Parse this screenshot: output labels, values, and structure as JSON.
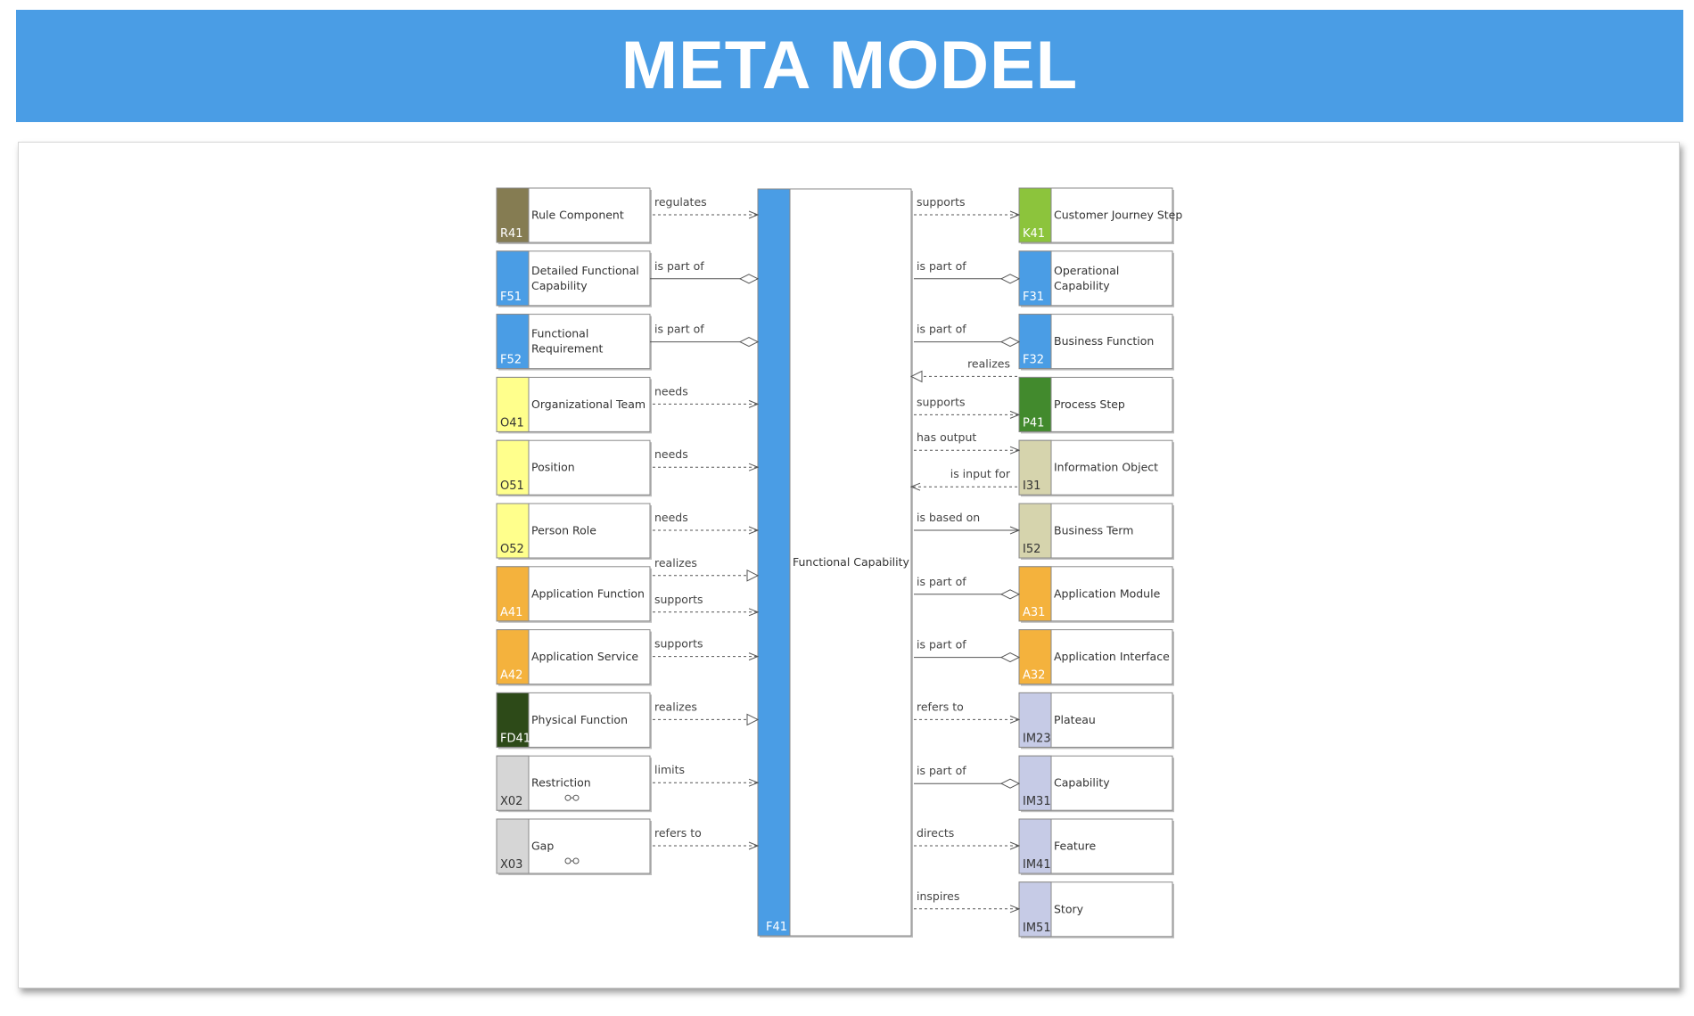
{
  "header": {
    "title": "META MODEL"
  },
  "colors": {
    "banner": "#4a9de5",
    "R": "#857c52",
    "F": "#4a9de5",
    "O": "#ffff8c",
    "A": "#f4b23d",
    "FD": "#2d4a18",
    "X": "#d6d6d6",
    "K": "#8cc43c",
    "P": "#428a2d",
    "I": "#d6d4ad",
    "IM": "#c6cbe6",
    "line": "#555555"
  },
  "center": {
    "code": "F41",
    "label": "Functional Capability",
    "color": "#4a9de5"
  },
  "left": [
    {
      "code": "R41",
      "label": "Rule Component",
      "color": "#857c52",
      "code_color": "#ffffff",
      "rels": [
        {
          "label": "regulates",
          "type": "dep"
        }
      ]
    },
    {
      "code": "F51",
      "label": "Detailed Functional Capability",
      "color": "#4a9de5",
      "code_color": "#ffffff",
      "rels": [
        {
          "label": "is part of",
          "type": "agg"
        }
      ]
    },
    {
      "code": "F52",
      "label": "Functional Requirement",
      "color": "#4a9de5",
      "code_color": "#ffffff",
      "rels": [
        {
          "label": "is part of",
          "type": "agg"
        }
      ]
    },
    {
      "code": "O41",
      "label": "Organizational Team",
      "color": "#ffff8c",
      "code_color": "#333333",
      "rels": [
        {
          "label": "needs",
          "type": "dep"
        }
      ]
    },
    {
      "code": "O51",
      "label": "Position",
      "color": "#ffff8c",
      "code_color": "#333333",
      "rels": [
        {
          "label": "needs",
          "type": "dep"
        }
      ]
    },
    {
      "code": "O52",
      "label": "Person Role",
      "color": "#ffff8c",
      "code_color": "#333333",
      "rels": [
        {
          "label": "needs",
          "type": "dep"
        }
      ]
    },
    {
      "code": "A41",
      "label": "Application Function",
      "color": "#f4b23d",
      "code_color": "#ffffff",
      "rels": [
        {
          "label": "realizes",
          "type": "real"
        },
        {
          "label": "supports",
          "type": "dep"
        }
      ]
    },
    {
      "code": "A42",
      "label": "Application Service",
      "color": "#f4b23d",
      "code_color": "#ffffff",
      "rels": [
        {
          "label": "supports",
          "type": "dep"
        }
      ]
    },
    {
      "code": "FD41",
      "label": "Physical Function",
      "color": "#2d4a18",
      "code_color": "#ffffff",
      "rels": [
        {
          "label": "realizes",
          "type": "real"
        }
      ]
    },
    {
      "code": "X02",
      "label": "Restriction",
      "color": "#d6d6d6",
      "code_color": "#333333",
      "link_icon": true,
      "rels": [
        {
          "label": "limits",
          "type": "dep"
        }
      ]
    },
    {
      "code": "X03",
      "label": "Gap",
      "color": "#d6d6d6",
      "code_color": "#333333",
      "link_icon": true,
      "rels": [
        {
          "label": "refers to",
          "type": "dep"
        }
      ]
    }
  ],
  "right": [
    {
      "code": "K41",
      "label": "Customer Journey Step",
      "color": "#8cc43c",
      "code_color": "#ffffff",
      "rels": [
        {
          "label": "supports",
          "type": "dep",
          "dir": "out"
        }
      ]
    },
    {
      "code": "F31",
      "label": "Operational Capability",
      "color": "#4a9de5",
      "code_color": "#ffffff",
      "rels": [
        {
          "label": "is part of",
          "type": "agg",
          "dir": "out"
        }
      ]
    },
    {
      "code": "F32",
      "label": "Business Function",
      "color": "#4a9de5",
      "code_color": "#ffffff",
      "rels": [
        {
          "label": "is part of",
          "type": "agg",
          "dir": "out"
        }
      ]
    },
    {
      "code": "P41",
      "label": "Process Step",
      "color": "#428a2d",
      "code_color": "#ffffff",
      "rels": [
        {
          "label": "realizes",
          "type": "real",
          "dir": "in"
        },
        {
          "label": "supports",
          "type": "dep",
          "dir": "out"
        }
      ]
    },
    {
      "code": "I31",
      "label": "Information Object",
      "color": "#d6d4ad",
      "code_color": "#333333",
      "rels": [
        {
          "label": "has output",
          "type": "dep",
          "dir": "out"
        },
        {
          "label": "is input for",
          "type": "dep",
          "dir": "in"
        }
      ]
    },
    {
      "code": "I52",
      "label": "Business Term",
      "color": "#d6d4ad",
      "code_color": "#333333",
      "rels": [
        {
          "label": "is based on",
          "type": "assoc",
          "dir": "out"
        }
      ]
    },
    {
      "code": "A31",
      "label": "Application Module",
      "color": "#f4b23d",
      "code_color": "#ffffff",
      "rels": [
        {
          "label": "is part of",
          "type": "agg",
          "dir": "out"
        }
      ]
    },
    {
      "code": "A32",
      "label": "Application Interface",
      "color": "#f4b23d",
      "code_color": "#ffffff",
      "rels": [
        {
          "label": "is part of",
          "type": "agg",
          "dir": "out"
        }
      ]
    },
    {
      "code": "IM23",
      "label": "Plateau",
      "color": "#c6cbe6",
      "code_color": "#333333",
      "rels": [
        {
          "label": "refers to",
          "type": "dep",
          "dir": "out"
        }
      ]
    },
    {
      "code": "IM31",
      "label": "Capability",
      "color": "#c6cbe6",
      "code_color": "#333333",
      "rels": [
        {
          "label": "is part of",
          "type": "agg",
          "dir": "out"
        }
      ]
    },
    {
      "code": "IM41",
      "label": "Feature",
      "color": "#c6cbe6",
      "code_color": "#333333",
      "rels": [
        {
          "label": "directs",
          "type": "dep",
          "dir": "out"
        }
      ]
    },
    {
      "code": "IM51",
      "label": "Story",
      "color": "#c6cbe6",
      "code_color": "#333333",
      "rels": [
        {
          "label": "inspires",
          "type": "dep",
          "dir": "out"
        }
      ]
    }
  ]
}
